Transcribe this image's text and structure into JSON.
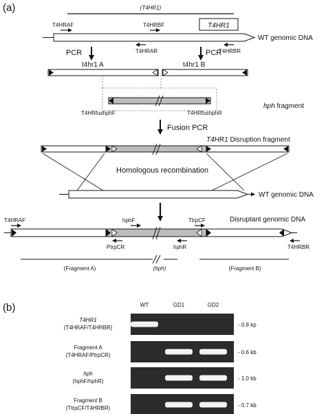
{
  "panel_a": {
    "label": "(a)",
    "gene_span_label": "(T4HR1)",
    "gene_box_label": "T4HR1",
    "genomic_label": "WT genomic DNA",
    "primers_top": {
      "t4hraf": "T4HRAF",
      "t4hrbf": "T4HRBF",
      "t4hrar": "T4HRAR",
      "t4hrbr": "T4HRBR"
    },
    "pcr_label": "PCR",
    "fragment_a_label": "t4hr1 A",
    "fragment_b_label": "t4hr1 B",
    "hph_primer_f": "T4HRfushphF",
    "hph_primer_r": "T4HRfushphR",
    "hph_fragment_italic": "hph",
    "hph_fragment_rest": " fragment",
    "fusion_pcr": "Fusion PCR",
    "disruption_italic": "T4HR1",
    "disruption_rest": " Disruption fragment",
    "homologous": "Homologous recombination",
    "wt_genomic2": "WT genomic DNA",
    "disruptant_label": "Disruptant genomic DNA",
    "primers_bottom": {
      "t4hraf": "T4HRAF",
      "hphf": "hphF",
      "ttrpcf": "TtrpCF",
      "ptrpcr": "PtrpCR",
      "hphr": "hphR",
      "t4hrbr": "T4HRBR"
    },
    "frag_a": "(Fragment A)",
    "frag_hph": "(hph)",
    "frag_b": "(Fragment B)"
  },
  "panel_b": {
    "label": "(b)",
    "lanes": [
      "WT",
      "GD1",
      "GD2"
    ],
    "rows": [
      {
        "name": "T4HR1",
        "primers": "(T4HRAF/T4HRBR)",
        "size": "- 0.8 kp",
        "italic": true,
        "bands": [
          true,
          false,
          false
        ]
      },
      {
        "name": "Fragment A",
        "primers": "(T4HRAF/PtrpCR)",
        "size": "- 0.6 kb",
        "italic": false,
        "bands": [
          false,
          true,
          true
        ]
      },
      {
        "name": "hph",
        "primers": "(hphF/hphR)",
        "size": "- 1.0 kb",
        "italic": true,
        "bands": [
          false,
          true,
          true
        ]
      },
      {
        "name": "Fragment B",
        "primers": "(TtrpCF/T4HRBR)",
        "size": "- 0.7 kb",
        "italic": false,
        "bands": [
          false,
          true,
          true
        ]
      }
    ]
  }
}
